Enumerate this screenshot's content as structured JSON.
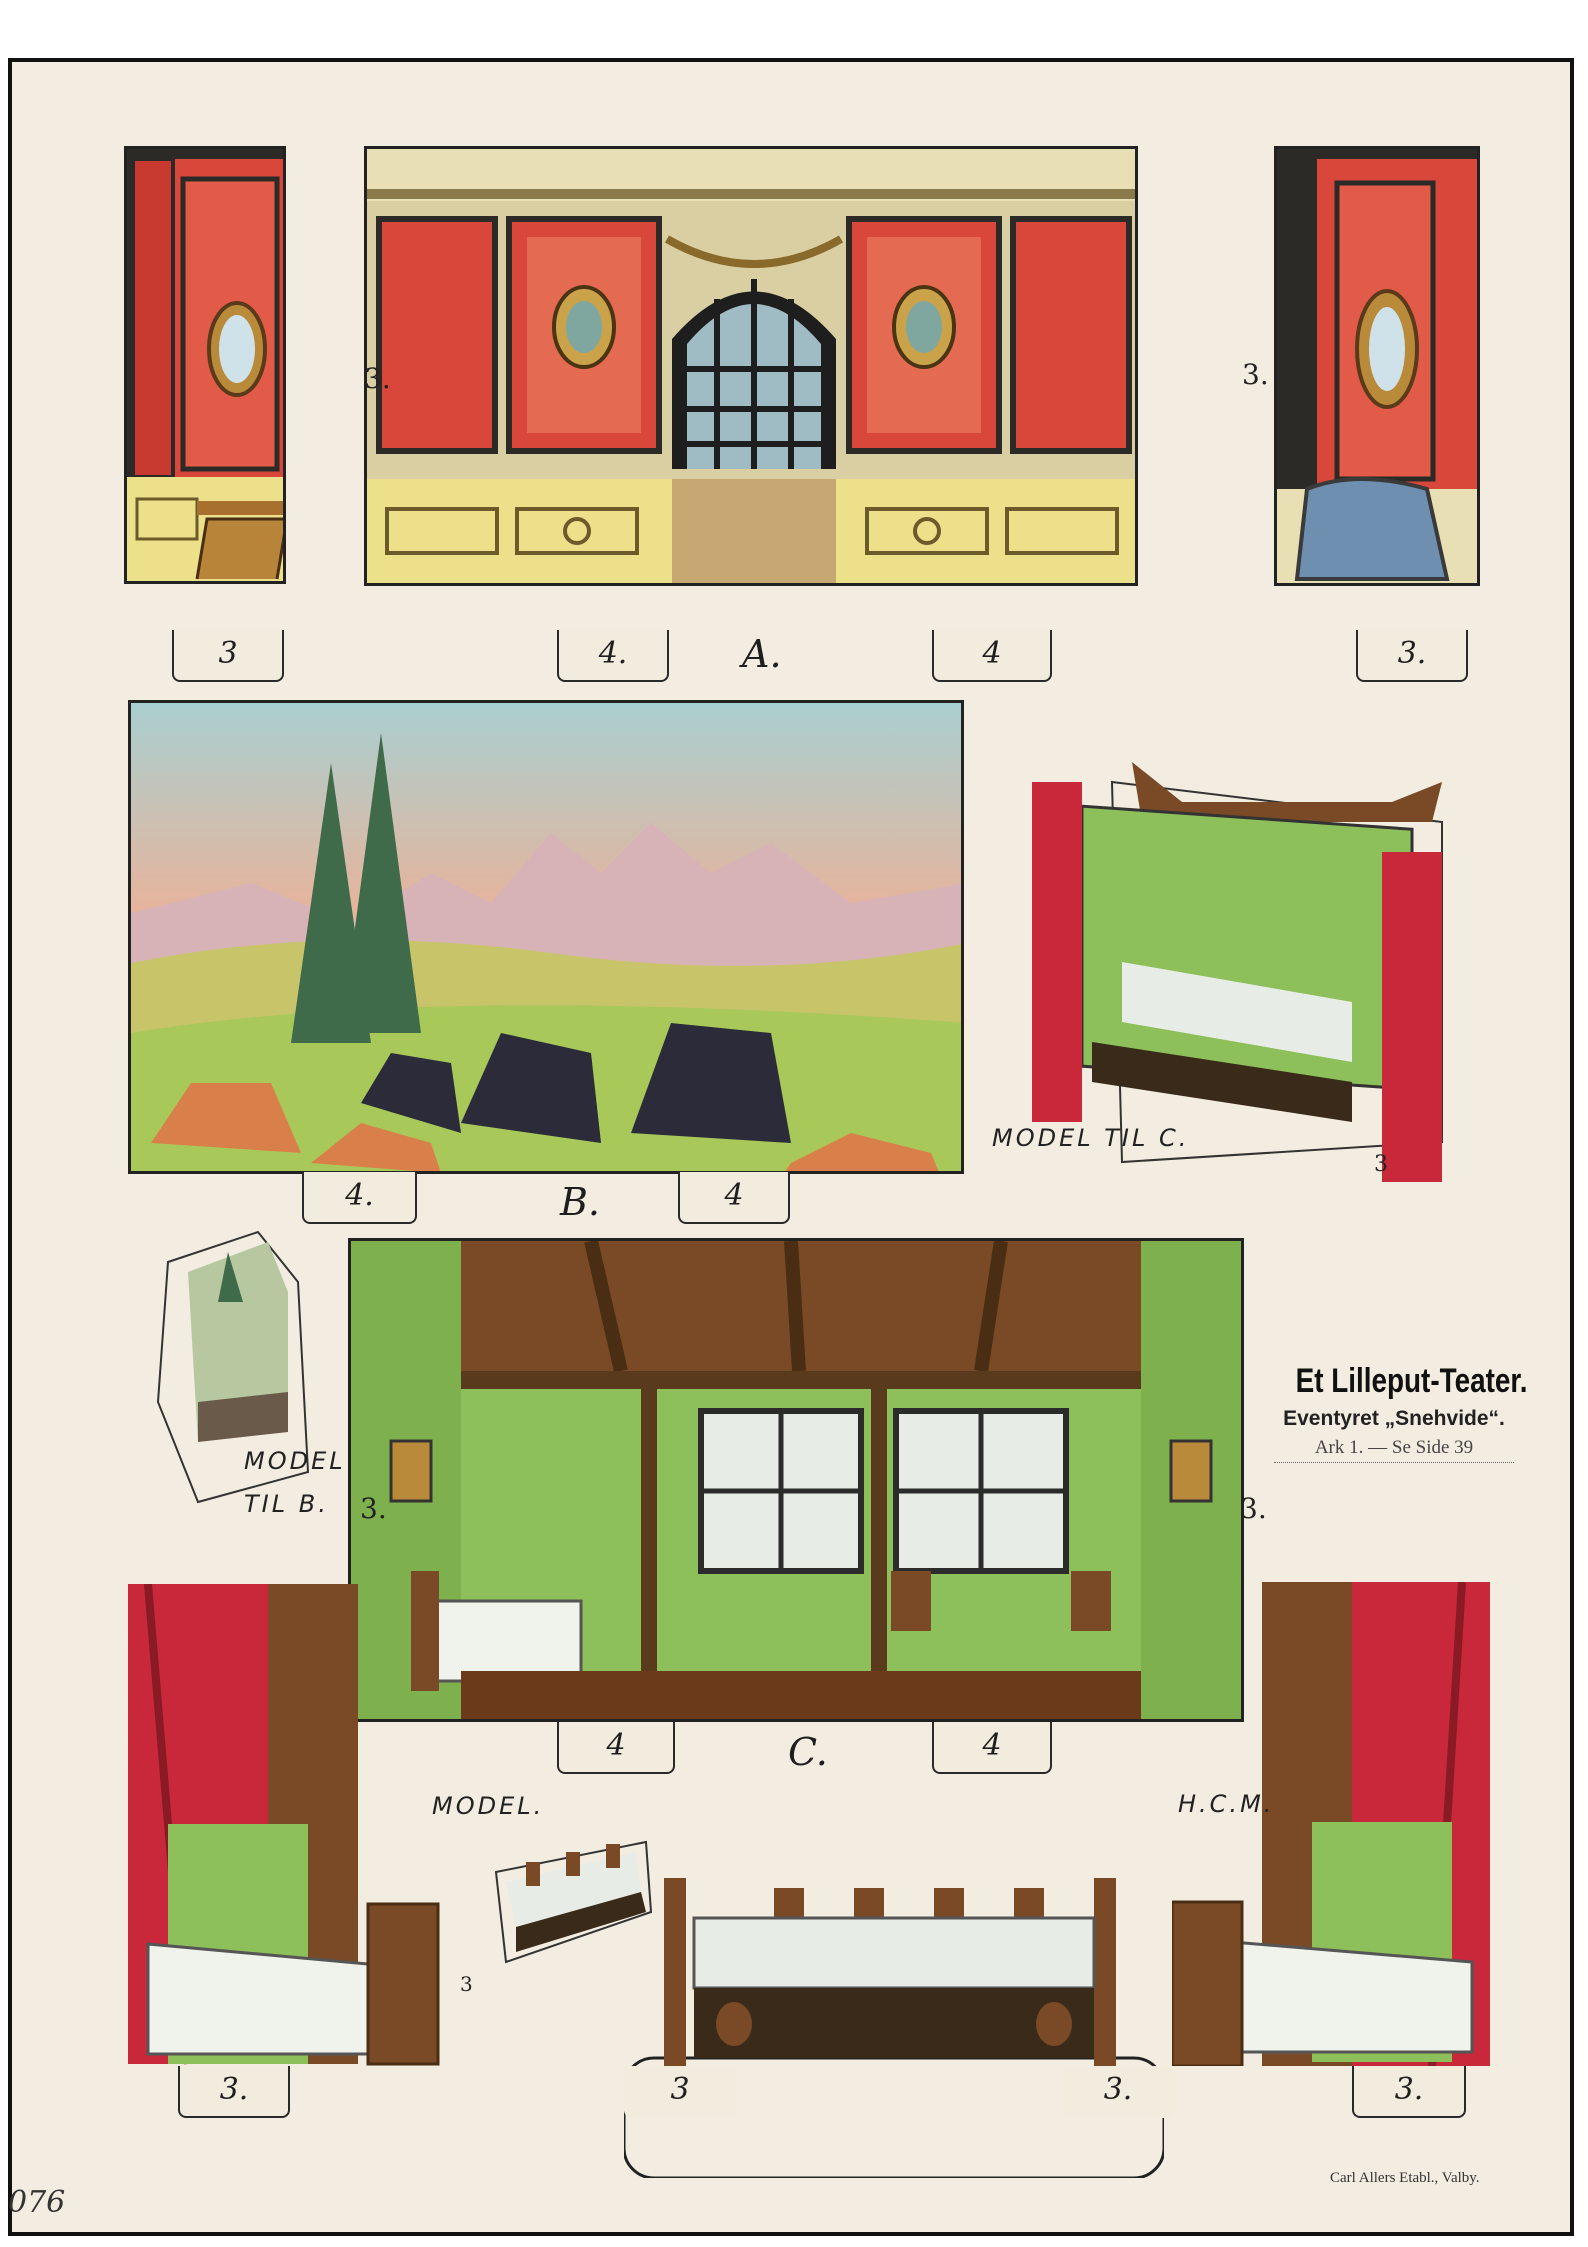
{
  "title": {
    "main": "Et Lilleput-Teater.",
    "subtitle": "Eventyret „Snehvide“.",
    "reference": "Ark 1. — Se Side 39"
  },
  "scene_letters": {
    "a": "A.",
    "b": "B.",
    "c": "C."
  },
  "tabs": {
    "a_left": "3",
    "a_mid1": "4.",
    "a_mid2": "4",
    "a_right": "3.",
    "b_left": "4.",
    "b_right": "4",
    "c_left": "4",
    "c_right": "4",
    "bottom_left": "3.",
    "bottom_mid1": "3",
    "bottom_mid2": "3.",
    "bottom_right": "3."
  },
  "fold_numbers": {
    "a_left": "3.",
    "a_right": "3.",
    "c_left": "3.",
    "c_right": "3.",
    "small_model": "3",
    "model_c": "3"
  },
  "labels": {
    "model_til_c": "MODEL TIL C.",
    "model_til_b_1": "MODEL",
    "model_til_b_2": "TIL B.",
    "model": "MODEL.",
    "initials": "H.C.M."
  },
  "credit": "Carl Allers Etabl., Valby.",
  "page_number": "076",
  "colors": {
    "paper": "#f3ede1",
    "wall_red": "#d9473a",
    "wall_frame": "#2c2a26",
    "wainscot_yellow": "#ece08a",
    "cabin_green": "#8dbf5a",
    "wood_brown": "#7a4a26",
    "curtain_red": "#c8283a",
    "sky_pink": "#e8b39a",
    "grass_green": "#a8c85a"
  }
}
